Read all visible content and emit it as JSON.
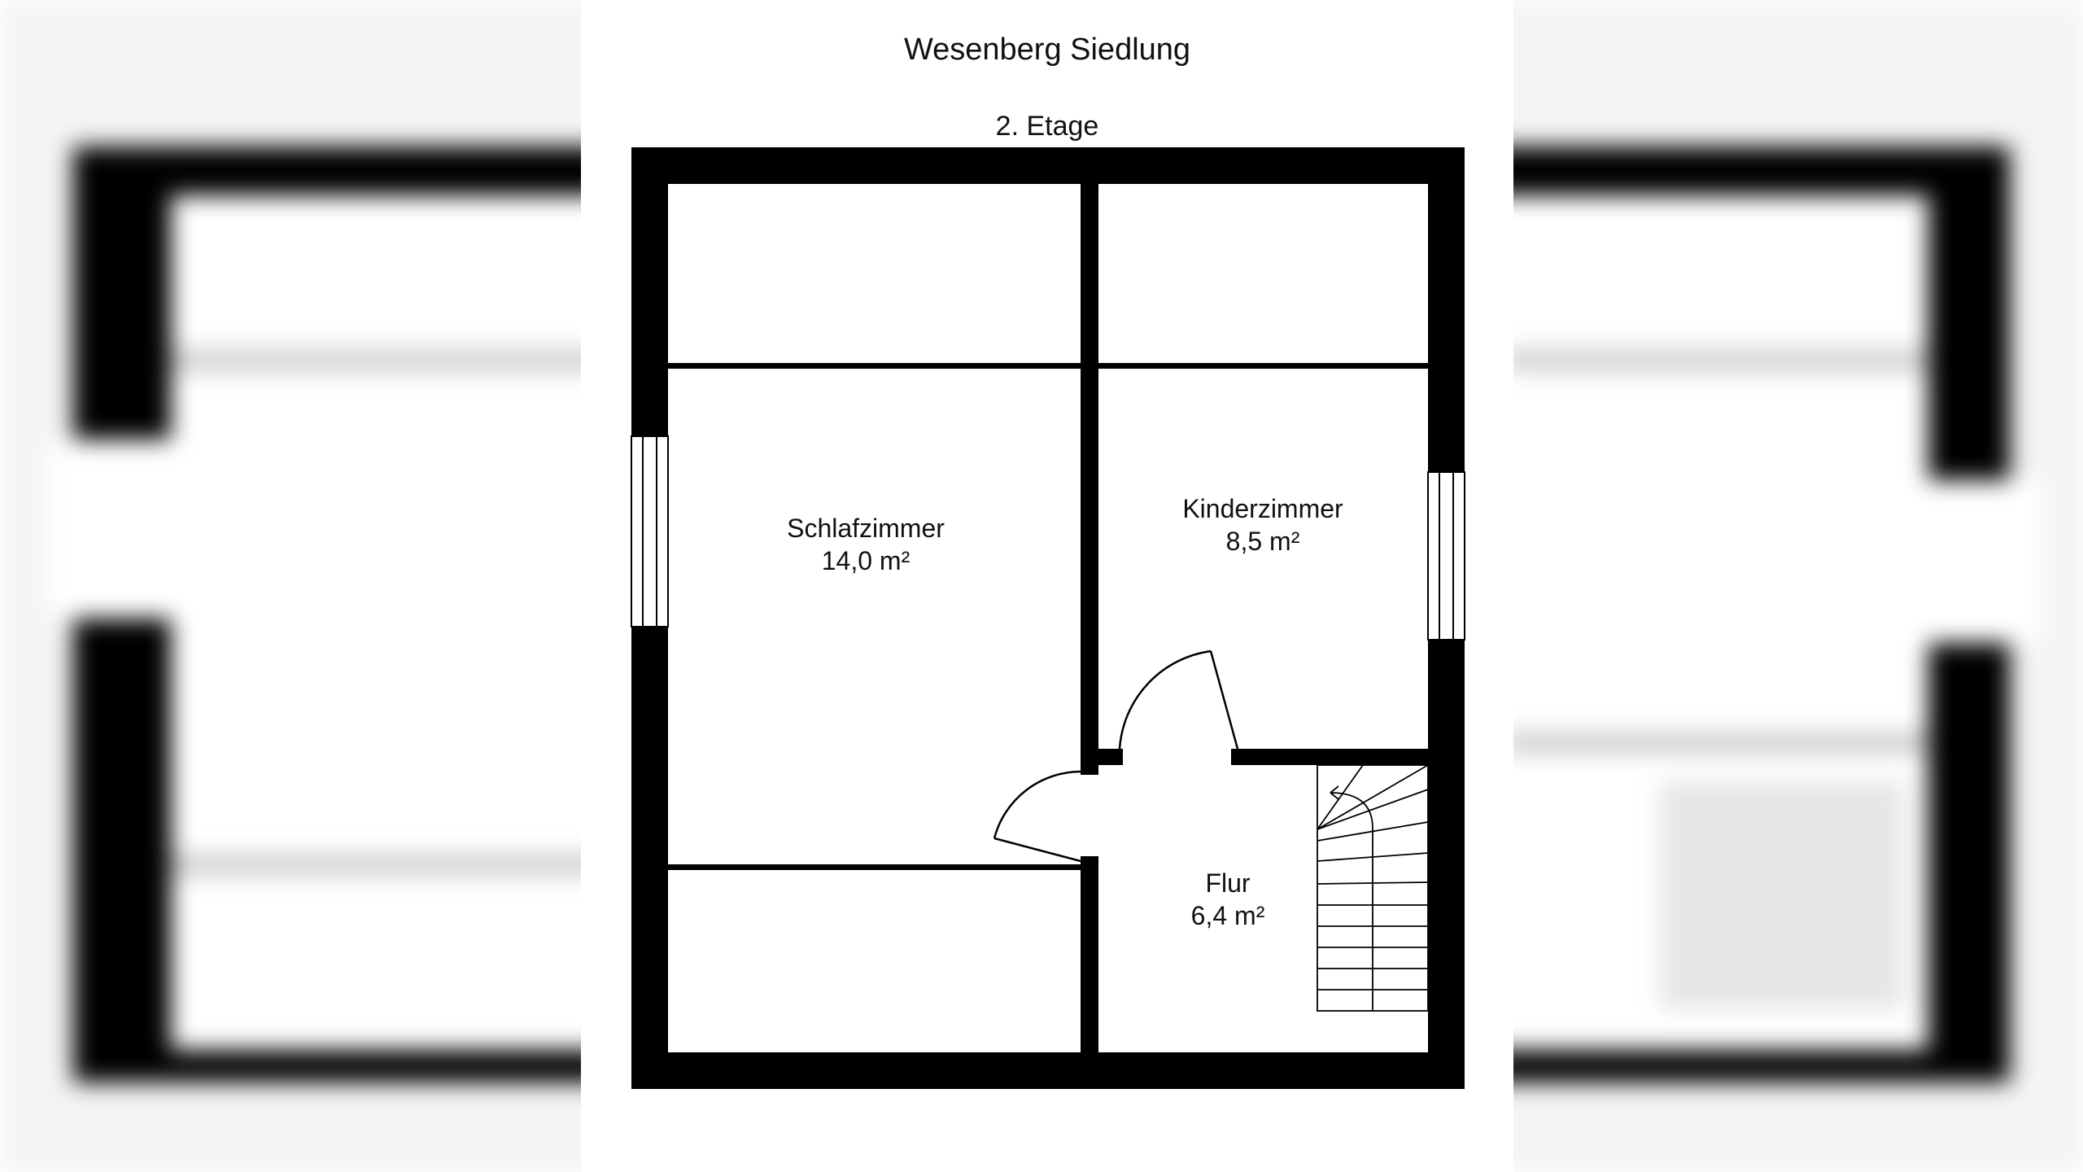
{
  "title": "Wesenberg Siedlung",
  "floor": "2. Etage",
  "rooms": [
    {
      "name": "Schlafzimmer",
      "area": "14,0 m²"
    },
    {
      "name": "Kinderzimmer",
      "area": "8,5 m²"
    },
    {
      "name": "Flur",
      "area": "6,4 m²"
    }
  ],
  "colors": {
    "wall": "#000000",
    "background": "#ffffff",
    "blurred_backdrop": "#f4f4f4"
  }
}
